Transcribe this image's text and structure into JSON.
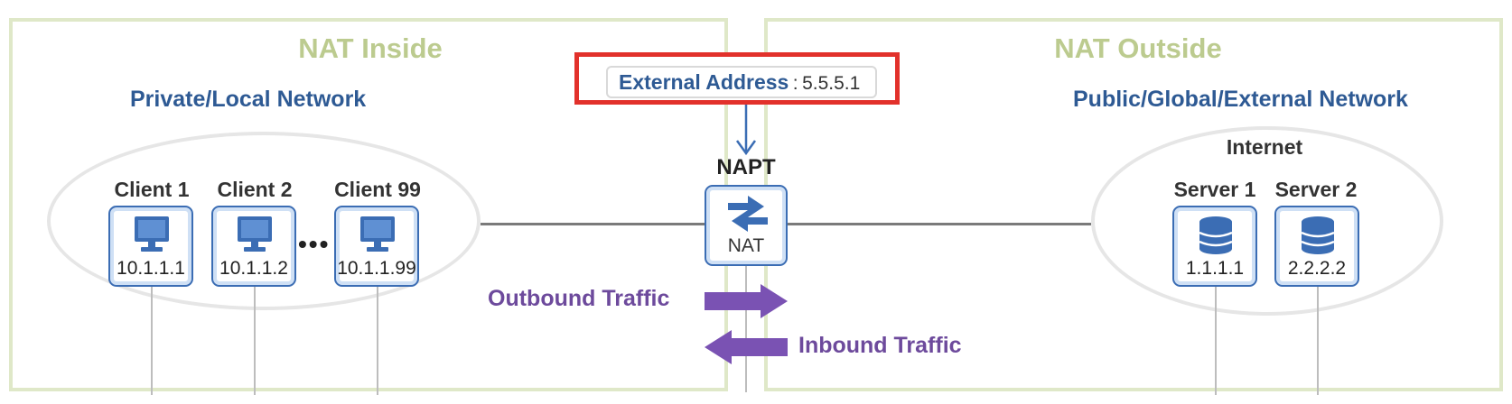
{
  "zones": {
    "inside_title": "NAT Inside",
    "outside_title": "NAT Outside"
  },
  "networks": {
    "private_title": "Private/Local Network",
    "public_title": "Public/Global/External Network",
    "internet_label": "Internet"
  },
  "external_address": {
    "label": "External Address",
    "separator": ":",
    "value": "5.5.5.1"
  },
  "napt": {
    "title": "NAPT",
    "device_label": "NAT"
  },
  "clients": [
    {
      "name": "Client 1",
      "ip": "10.1.1.1"
    },
    {
      "name": "Client 2",
      "ip": "10.1.1.2"
    },
    {
      "name": "Client 99",
      "ip": "10.1.1.99"
    }
  ],
  "ellipsis": "•••",
  "servers": [
    {
      "name": "Server 1",
      "ip": "1.1.1.1"
    },
    {
      "name": "Server 2",
      "ip": "2.2.2.2"
    }
  ],
  "traffic": {
    "outbound": "Outbound Traffic",
    "inbound": "Inbound Traffic"
  },
  "colors": {
    "zone_border": "#dfe8c8",
    "zone_title": "#bccb8f",
    "network_title": "#2e5a94",
    "highlight": "#e2312b",
    "traffic": "#6d4a9c",
    "device_border": "#3b6db4"
  }
}
